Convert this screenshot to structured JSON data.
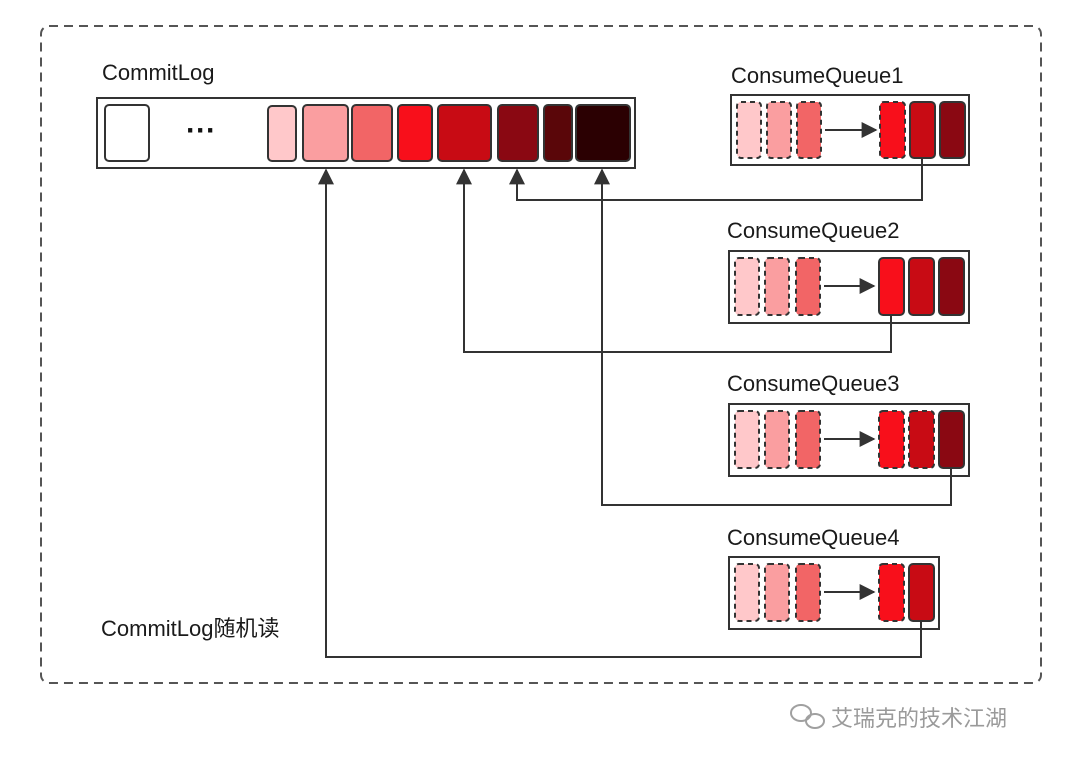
{
  "diagram": {
    "commitlog_label": "CommitLog",
    "ellipsis": "···",
    "random_read_label": "CommitLog随机读",
    "watermark": "艾瑞克的技术江湖",
    "colors": {
      "shade1": "#ffc8ca",
      "shade2": "#fa9ea0",
      "shade3": "#f26566",
      "shade4": "#f80f1b",
      "shade5": "#c80b14",
      "shade6": "#8a0812",
      "shade7": "#5a0609",
      "shade8": "#2b0002",
      "frame": "#3a3a3a"
    },
    "queues": [
      {
        "label": "ConsumeQueue1"
      },
      {
        "label": "ConsumeQueue2"
      },
      {
        "label": "ConsumeQueue3"
      },
      {
        "label": "ConsumeQueue4"
      }
    ]
  }
}
